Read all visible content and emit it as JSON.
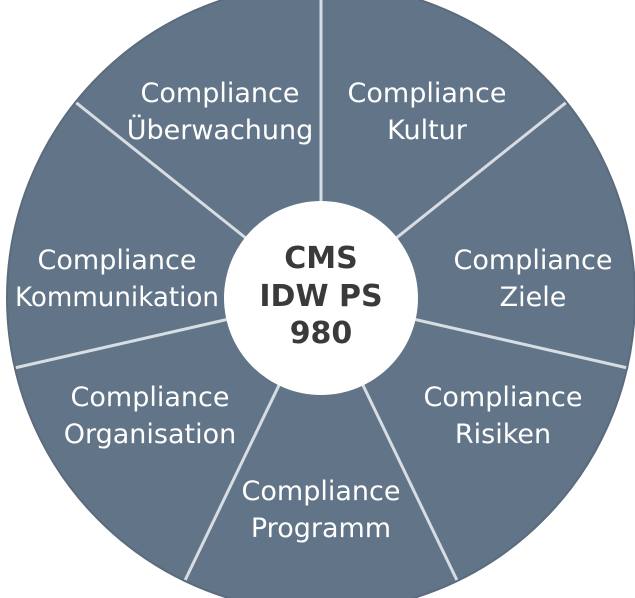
{
  "diagram": {
    "colors": {
      "segment_fill": "#627487",
      "divider": "#d7dde3",
      "outer_stroke": "#5a6b7d",
      "center_fill": "#ffffff",
      "label_text": "#ffffff",
      "center_text": "#3a3a3a"
    },
    "center": {
      "lines": [
        "CMS",
        "IDW PS",
        "980"
      ]
    },
    "segments": [
      {
        "line1": "Compliance",
        "line2": "Kultur"
      },
      {
        "line1": "Compliance",
        "line2": "Ziele"
      },
      {
        "line1": "Compliance",
        "line2": "Risiken"
      },
      {
        "line1": "Compliance",
        "line2": "Programm"
      },
      {
        "line1": "Compliance",
        "line2": "Organisation"
      },
      {
        "line1": "Compliance",
        "line2": "Kommunikation"
      },
      {
        "line1": "Compliance",
        "line2": "Überwachung"
      }
    ]
  }
}
